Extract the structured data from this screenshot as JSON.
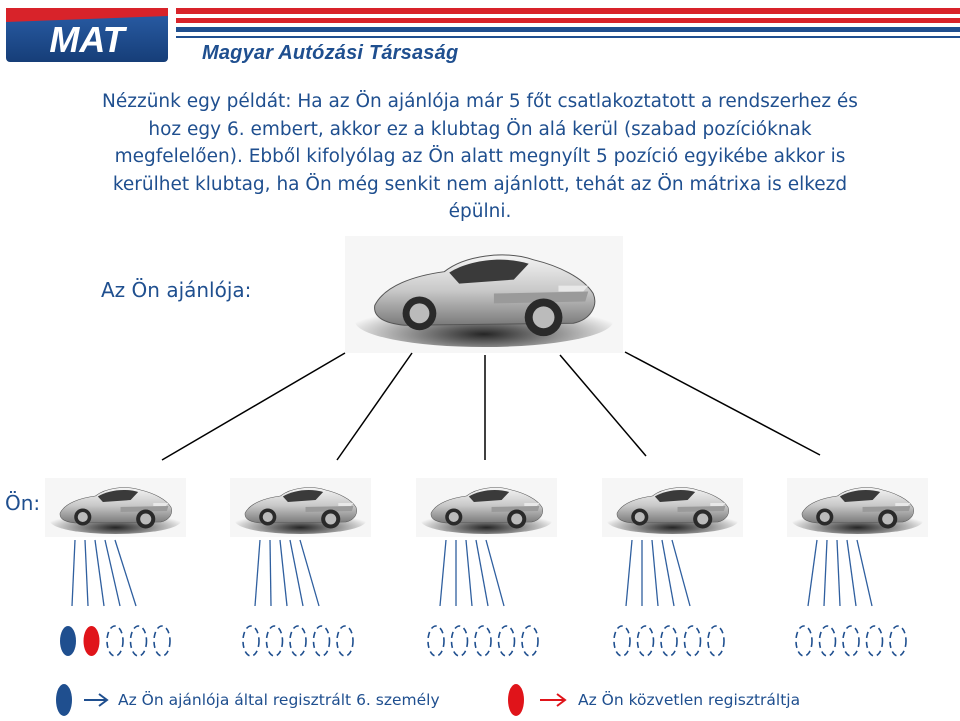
{
  "header": {
    "logo_text": "MAT",
    "org_name": "Magyar Autózási Társaság",
    "brand_blue": "#1f4f8f",
    "brand_red": "#d8232a"
  },
  "main": {
    "paragraph_lines": [
      "Nézzünk egy példát: Ha az Ön ajánlója már 5 főt csatlakoztatott a rendszerhez és",
      "hoz egy 6. embert, akkor ez a klubtag Ön alá kerül (szabad pozícióknak",
      "megfelelően). Ebből kifolyólag az Ön alatt megnyílt 5 pozíció egyikébe akkor is",
      "kerülhet klubtag, ha Ön még senkit nem ajánlott, tehát az Ön mátrixa is elkezd",
      "épülni."
    ],
    "sponsor_label": "Az Ön ajánlója:",
    "you_label": "Ön:"
  },
  "tree": {
    "car_icon": "car-image",
    "level2_count": 5,
    "slots_per_car": 5,
    "filled_slots": [
      {
        "group": 1,
        "slot": 1,
        "color": "blue"
      },
      {
        "group": 1,
        "slot": 2,
        "color": "red"
      }
    ],
    "slot_colors": {
      "blue": "#1f4f8f",
      "red": "#e0141a",
      "empty": "#1f4f8f"
    }
  },
  "legend": {
    "blue_text": "Az Ön ajánlója által regisztrált 6. személy",
    "red_text": "Az Ön közvetlen regisztráltja"
  }
}
